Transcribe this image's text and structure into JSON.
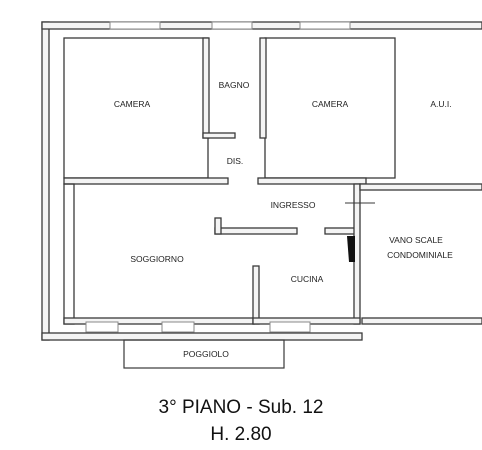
{
  "plan": {
    "rooms": {
      "camera_left": "CAMERA",
      "bagno": "BAGNO",
      "camera_right": "CAMERA",
      "aui": "A.U.I.",
      "dis": "DIS.",
      "ingresso": "INGRESSO",
      "soggiorno": "SOGGIORNO",
      "cucina": "CUCINA",
      "vano_scale_1": "VANO SCALE",
      "vano_scale_2": "CONDOMINIALE",
      "poggiolo": "POGGIOLO"
    }
  },
  "caption": {
    "floor": "3° PIANO - Sub. 12",
    "height": "H. 2.80"
  },
  "colors": {
    "wall": "#3a3a3a",
    "wall_fill": "#f4f4f4",
    "window": "#888888"
  }
}
